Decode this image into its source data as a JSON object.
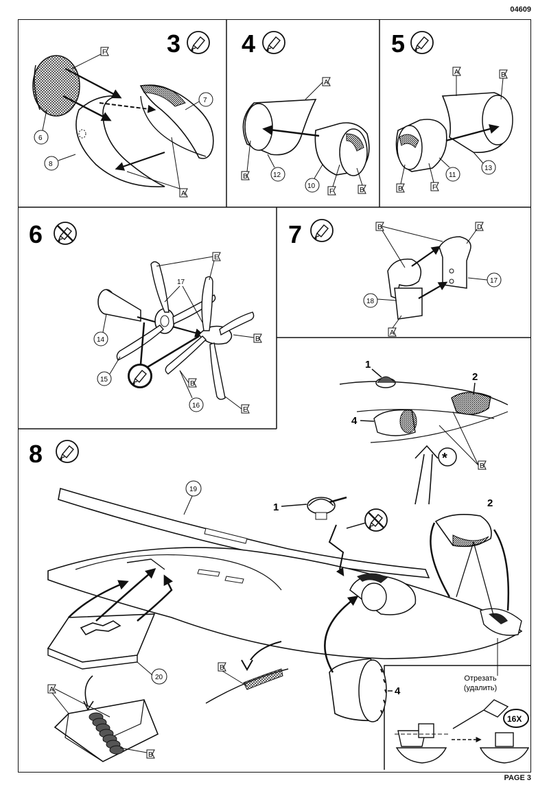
{
  "header": {
    "code": "04609"
  },
  "footer": {
    "page": "PAGE 3"
  },
  "steps": {
    "s3": {
      "number": "3",
      "parts": [
        "6",
        "7",
        "8"
      ],
      "letters": [
        "F",
        "A"
      ]
    },
    "s4": {
      "number": "4",
      "parts": [
        "12",
        "10"
      ],
      "letters": [
        "A",
        "B",
        "F",
        "B"
      ]
    },
    "s5": {
      "number": "5",
      "parts": [
        "11",
        "13"
      ],
      "letters": [
        "A",
        "B",
        "B",
        "F"
      ]
    },
    "s6": {
      "number": "6",
      "parts": [
        "17",
        "14",
        "15",
        "16"
      ],
      "letters": [
        "E",
        "B",
        "B",
        "E"
      ]
    },
    "s7": {
      "number": "7",
      "parts": [
        "18",
        "17"
      ],
      "letters": [
        "B",
        "D",
        "A"
      ]
    },
    "s8": {
      "number": "8",
      "parts": [
        "19",
        "20",
        "1",
        "2",
        "4"
      ],
      "letters": [
        "A",
        "B",
        "B"
      ]
    }
  },
  "inset": {
    "parts": [
      "1",
      "2",
      "4"
    ],
    "letter": "B",
    "asterisk": "*"
  },
  "cut_note": {
    "line1": "Отрезать",
    "line2": "(удалить)",
    "zoom": "16X"
  },
  "icons": {
    "glue": "glue-tube-icon",
    "no_glue": "no-glue-icon"
  }
}
